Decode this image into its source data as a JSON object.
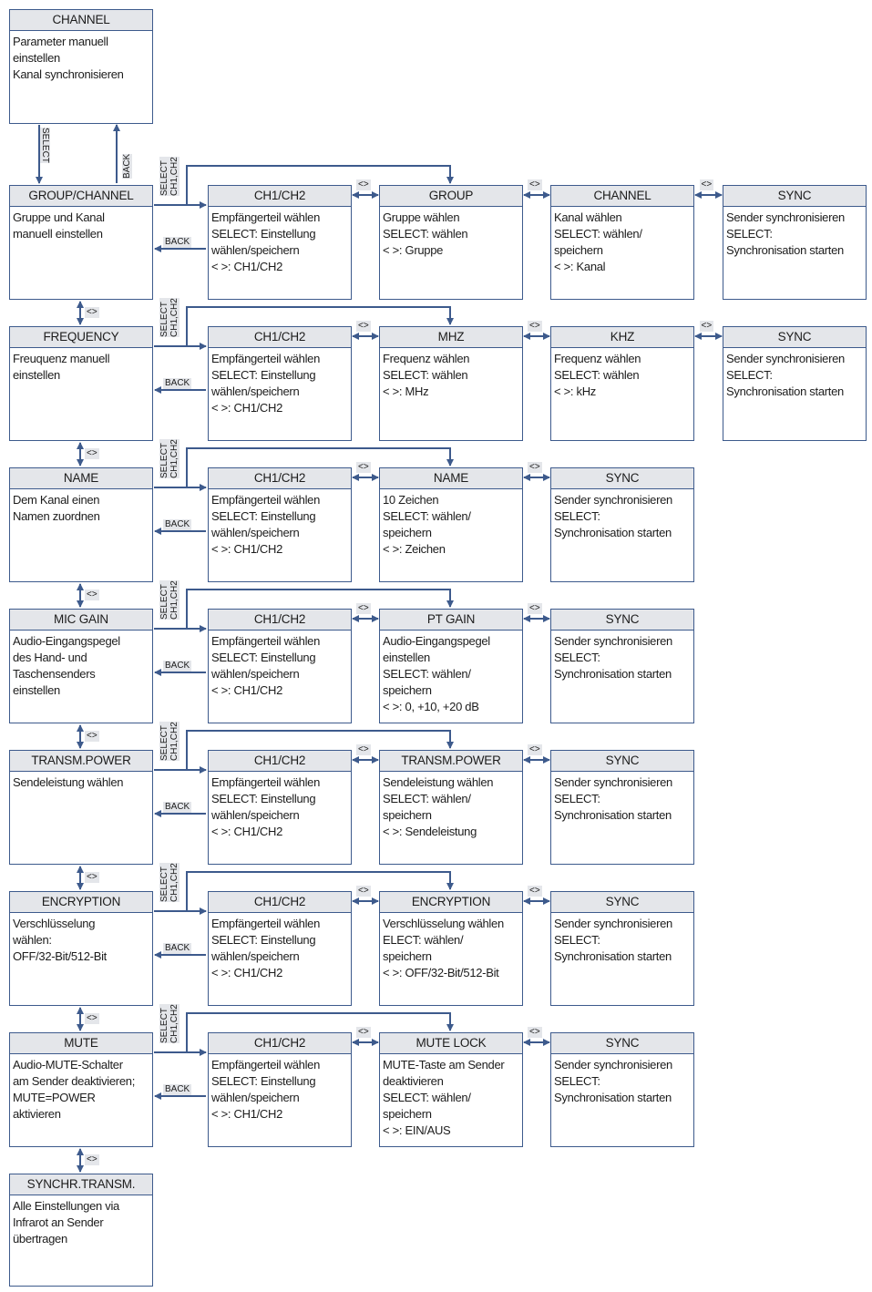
{
  "channel_box": {
    "title": "CHANNEL",
    "body": "Parameter manuell\neinstellen\nKanal synchronisieren"
  },
  "labels": {
    "select": "SELECT",
    "back": "BACK",
    "select_ch": "SELECT\nCH1,CH2",
    "nav": "<>"
  },
  "rows": [
    {
      "main": {
        "title": "GROUP/CHANNEL",
        "body": "Gruppe und Kanal\nmanuell einstellen"
      },
      "subs": [
        {
          "title": "CH1/CH2",
          "body": "Empfängerteil wählen\nSELECT: Einstellung\nwählen/speichern\n< >: CH1/CH2"
        },
        {
          "title": "GROUP",
          "body": "Gruppe wählen\nSELECT: wählen\n< >: Gruppe"
        },
        {
          "title": "CHANNEL",
          "body": "Kanal wählen\nSELECT: wählen/\nspeichern\n< >: Kanal"
        },
        {
          "title": "SYNC",
          "body": "Sender synchronisieren\nSELECT:\nSynchronisation starten"
        }
      ]
    },
    {
      "main": {
        "title": "FREQUENCY",
        "body": "Freuquenz manuell\neinstellen"
      },
      "subs": [
        {
          "title": "CH1/CH2",
          "body": "Empfängerteil wählen\nSELECT: Einstellung\nwählen/speichern\n< >: CH1/CH2"
        },
        {
          "title": "MHZ",
          "body": "Frequenz wählen\nSELECT: wählen\n< >: MHz"
        },
        {
          "title": "KHZ",
          "body": "Frequenz wählen\nSELECT: wählen\n< >: kHz"
        },
        {
          "title": "SYNC",
          "body": "Sender synchronisieren\nSELECT:\nSynchronisation starten"
        }
      ]
    },
    {
      "main": {
        "title": "NAME",
        "body": "Dem Kanal einen\nNamen zuordnen"
      },
      "subs": [
        {
          "title": "CH1/CH2",
          "body": "Empfängerteil wählen\nSELECT: Einstellung\nwählen/speichern\n< >: CH1/CH2"
        },
        {
          "title": "NAME",
          "body": "10 Zeichen\nSELECT: wählen/\nspeichern\n< >: Zeichen"
        },
        {
          "title": "SYNC",
          "body": "Sender synchronisieren\nSELECT:\nSynchronisation starten"
        }
      ]
    },
    {
      "main": {
        "title": "MIC GAIN",
        "body": "Audio-Eingangspegel\ndes Hand- und\nTaschensenders\neinstellen"
      },
      "subs": [
        {
          "title": "CH1/CH2",
          "body": "Empfängerteil wählen\nSELECT: Einstellung\nwählen/speichern\n< >: CH1/CH2"
        },
        {
          "title": "PT GAIN",
          "body": "Audio-Eingangspegel\neinstellen\nSELECT: wählen/\nspeichern\n< >: 0, +10, +20 dB"
        },
        {
          "title": "SYNC",
          "body": "Sender synchronisieren\nSELECT:\nSynchronisation starten"
        }
      ]
    },
    {
      "main": {
        "title": "TRANSM.POWER",
        "body": "Sendeleistung wählen"
      },
      "subs": [
        {
          "title": "CH1/CH2",
          "body": "Empfängerteil wählen\nSELECT: Einstellung\nwählen/speichern\n< >: CH1/CH2"
        },
        {
          "title": "TRANSM.POWER",
          "body": "Sendeleistung wählen\nSELECT: wählen/\nspeichern\n< >: Sendeleistung"
        },
        {
          "title": "SYNC",
          "body": "Sender synchronisieren\nSELECT:\nSynchronisation starten"
        }
      ]
    },
    {
      "main": {
        "title": "ENCRYPTION",
        "body": "Verschlüsselung\nwählen:\nOFF/32-Bit/512-Bit"
      },
      "subs": [
        {
          "title": "CH1/CH2",
          "body": "Empfängerteil wählen\nSELECT: Einstellung\nwählen/speichern\n< >: CH1/CH2"
        },
        {
          "title": "ENCRYPTION",
          "body": "Verschlüsselung wählen\nELECT: wählen/\nspeichern\n< >: OFF/32-Bit/512-Bit"
        },
        {
          "title": "SYNC",
          "body": "Sender synchronisieren\nSELECT:\nSynchronisation starten"
        }
      ]
    },
    {
      "main": {
        "title": "MUTE",
        "body": "Audio-MUTE-Schalter\nam Sender deaktivieren;\nMUTE=POWER\naktivieren"
      },
      "subs": [
        {
          "title": "CH1/CH2",
          "body": "Empfängerteil wählen\nSELECT: Einstellung\nwählen/speichern\n< >: CH1/CH2"
        },
        {
          "title": "MUTE LOCK",
          "body": "MUTE-Taste am Sender\ndeaktivieren\nSELECT: wählen/\nspeichern\n< >: EIN/AUS"
        },
        {
          "title": "SYNC",
          "body": "Sender synchronisieren\nSELECT:\nSynchronisation starten"
        }
      ]
    }
  ],
  "final_box": {
    "title": "SYNCHR.TRANSM.",
    "body": "Alle Einstellungen via\nInfrarot an Sender\nübertragen"
  }
}
